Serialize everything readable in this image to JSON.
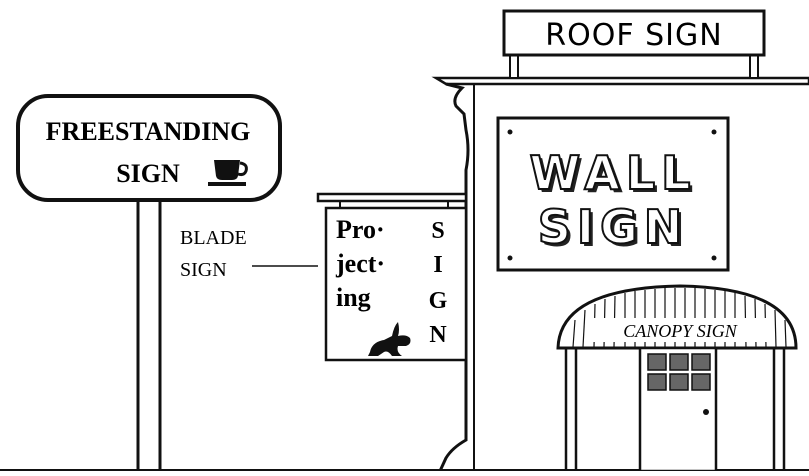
{
  "freestanding": {
    "line1": "FREESTANDING",
    "line2": "SIGN",
    "icon": "coffee-cup-icon"
  },
  "blade": {
    "line1": "BLADE",
    "line2": "SIGN"
  },
  "projecting": {
    "rows": [
      "Pro·",
      "ject·",
      "ing"
    ],
    "vertical": [
      "S",
      "I",
      "G",
      "N"
    ],
    "icon": "rabbit-icon"
  },
  "roof": {
    "label": "ROOF SIGN"
  },
  "wall": {
    "line1": "WALL",
    "line2": "SIGN"
  },
  "canopy": {
    "label": "CANOPY SIGN"
  },
  "colors": {
    "ink": "#111111",
    "paper": "#ffffff",
    "shadow": "#222222"
  }
}
